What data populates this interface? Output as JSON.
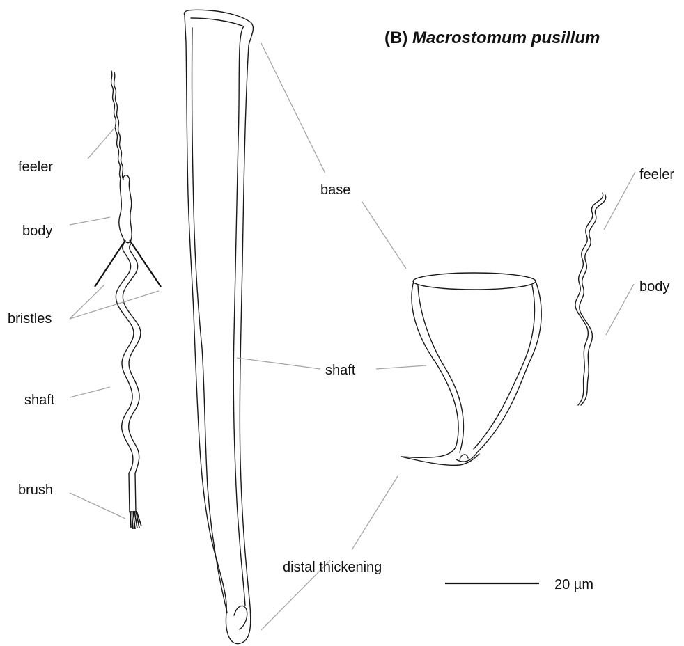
{
  "title": {
    "prefix": "(B)",
    "species": "Macrostomum pusillum"
  },
  "labels": {
    "left_feeler": "feeler",
    "left_body": "body",
    "bristles": "bristles",
    "left_shaft": "shaft",
    "brush": "brush",
    "base": "base",
    "mid_shaft": "shaft",
    "distal_thickening": "distal thickening",
    "right_feeler": "feeler",
    "right_body": "body"
  },
  "scale_bar": {
    "label": "20 µm"
  },
  "colors": {
    "outline": "#1a1a1a",
    "leader_line": "#a6a6a6",
    "text": "#111111"
  }
}
